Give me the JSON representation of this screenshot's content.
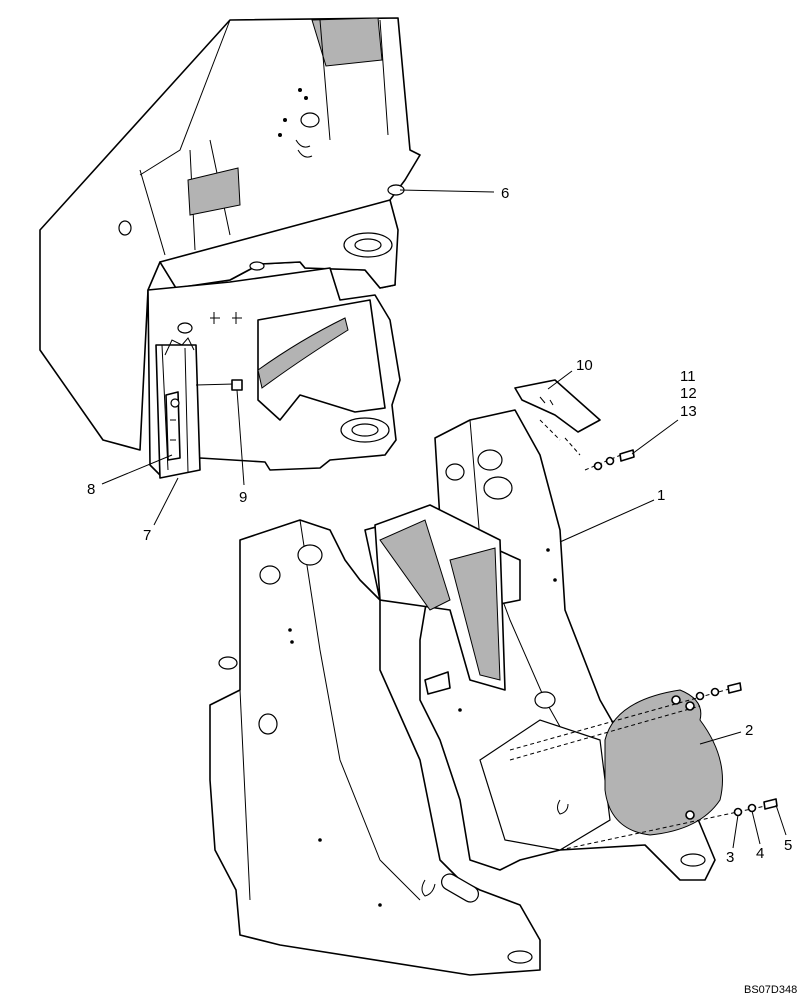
{
  "callouts": {
    "c1": "1",
    "c2": "2",
    "c3": "3",
    "c4": "4",
    "c5": "5",
    "c6": "6",
    "c7": "7",
    "c8": "8",
    "c9": "9",
    "c10": "10",
    "c11": "11",
    "c12": "12",
    "c13": "13"
  },
  "drawing_ref": "BS07D348"
}
